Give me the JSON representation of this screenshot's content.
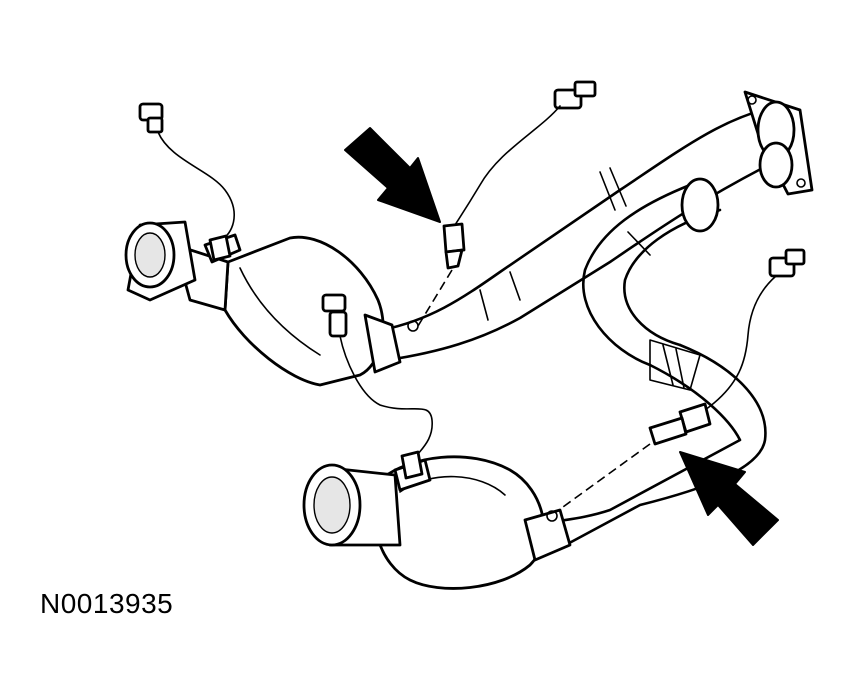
{
  "figure": {
    "id_label": "N0013935",
    "ink_color": "#000000",
    "background_color": "#ffffff"
  },
  "callouts": [
    {
      "icon": "arrow-pointer-icon",
      "target": "oxygen-sensor-upper"
    },
    {
      "icon": "arrow-pointer-icon",
      "target": "oxygen-sensor-lower"
    }
  ]
}
